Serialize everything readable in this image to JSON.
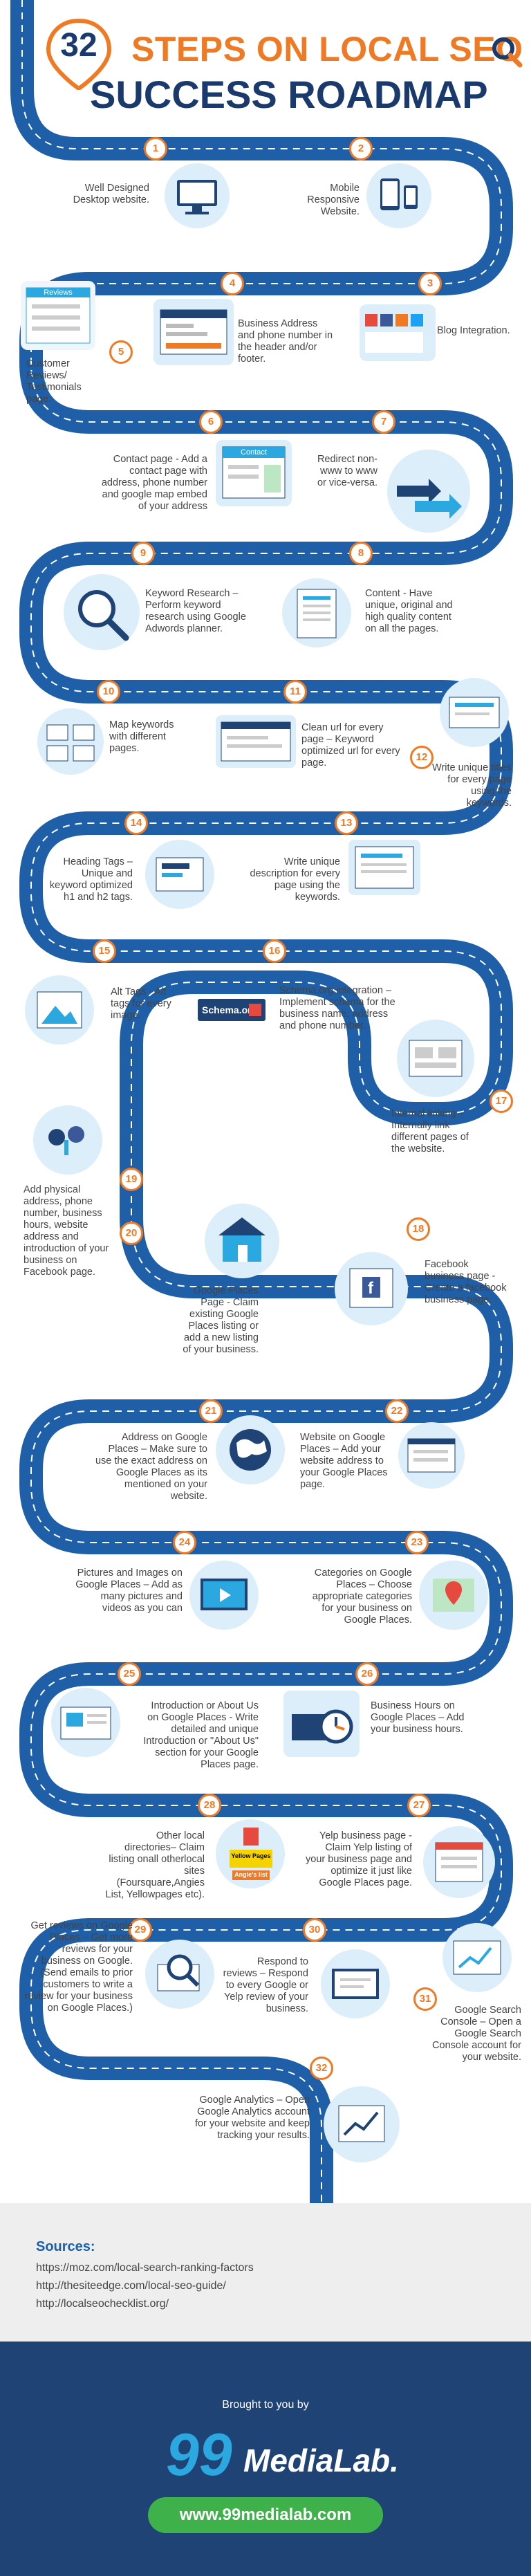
{
  "title": {
    "number": "32",
    "line1": "STEPS ON LOCAL SEO",
    "line2": "SUCCESS ROADMAP"
  },
  "steps": [
    {
      "n": "1",
      "text": "Well Designed Desktop website."
    },
    {
      "n": "2",
      "text": "Mobile Responsive Website."
    },
    {
      "n": "3",
      "text": "Blog Integration."
    },
    {
      "n": "4",
      "text": "Business Address and phone number in the header and/or footer."
    },
    {
      "n": "5",
      "text": "Customer Reviews/ Testimonials page."
    },
    {
      "n": "6",
      "text": "Contact page - Add a contact page with address, phone number and google map embed of your address"
    },
    {
      "n": "7",
      "text": "Redirect non-www to www or vice-versa."
    },
    {
      "n": "8",
      "text": "Content - Have unique, original and high quality content on all the pages."
    },
    {
      "n": "9",
      "text": "Keyword Research – Perform keyword research using Google Adwords planner."
    },
    {
      "n": "10",
      "text": "Map keywords with different pages."
    },
    {
      "n": "11",
      "text": "Clean url for every page – Keyword optimized url for every page."
    },
    {
      "n": "12",
      "text": "Write unique titles for every page using the keywords."
    },
    {
      "n": "13",
      "text": "Write unique description for every page using the keywords."
    },
    {
      "n": "14",
      "text": "Heading Tags – Unique and keyword optimized h1 and h2 tags."
    },
    {
      "n": "15",
      "text": "Alt Tags - Alt tags for every image."
    },
    {
      "n": "16",
      "text": "Schema.org integration – Implement schema for the business name, address and phone number."
    },
    {
      "n": "17",
      "text": "Internal linking – Internally link different pages of the website."
    },
    {
      "n": "18",
      "text": "Facebook business page - Create a facebook business page."
    },
    {
      "n": "19",
      "text": "Add physical address, phone number, business hours, website address and introduction of your business on Facebook page."
    },
    {
      "n": "20",
      "text": "Google Places Page - Claim existing Google Places listing or add a new listing of your business."
    },
    {
      "n": "21",
      "text": "Address on Google Places – Make sure to use the exact address on Google Places as its mentioned on your website."
    },
    {
      "n": "22",
      "text": "Website on Google Places – Add your website address to your Google Places page."
    },
    {
      "n": "23",
      "text": "Categories on Google Places – Choose appropriate categories for your business on Google Places."
    },
    {
      "n": "24",
      "text": "Pictures and Images on Google Places – Add as many pictures and videos as you can"
    },
    {
      "n": "25",
      "text": "Introduction or About Us on Google Places - Write detailed and unique Introduction or \"About Us\" section for your Google Places page."
    },
    {
      "n": "26",
      "text": "Business Hours on Google Places – Add your business hours."
    },
    {
      "n": "27",
      "text": "Yelp business page - Claim Yelp listing of your business page and optimize it just like Google Places page."
    },
    {
      "n": "28",
      "text": "Other local directories– Claim listing onall otherlocal sites (Foursquare,Angies List, Yellowpages etc)."
    },
    {
      "n": "29",
      "text": "Get reviews on Google Places – Get more reviews for your business on Google. (Send emails to prior customers to write a review for your business on Google Places.)"
    },
    {
      "n": "30",
      "text": "Respond to reviews – Respond to every Google or Yelp review of your business."
    },
    {
      "n": "31",
      "text": "Google Search Console – Open a Google Search Console account for your website."
    },
    {
      "n": "32",
      "text": "Google Analytics – Open Google Analytics account for your website and keep tracking your results."
    }
  ],
  "icons": {
    "reviews_label": "Reviews",
    "contact_label": "Contact",
    "schema_label": "Schema.org",
    "yellow_pages_label": "Yellow Pages",
    "angies_label": "Angie's list"
  },
  "sources": {
    "title": "Sources:",
    "links": [
      "https://moz.com/local-search-ranking-factors",
      "http://thesiteedge.com/local-seo-guide/",
      "http://localseochecklist.org/"
    ]
  },
  "footer": {
    "brought": "Brought to you by",
    "logo_num": "99",
    "logo_name": "MediaLab.",
    "url": "www.99medialab.com"
  },
  "colors": {
    "road": "#1f5fa8",
    "road_dash": "#ffffff",
    "accent": "#f07a23",
    "navy": "#1a3a6e",
    "icon_bg": "#dbeefa"
  }
}
